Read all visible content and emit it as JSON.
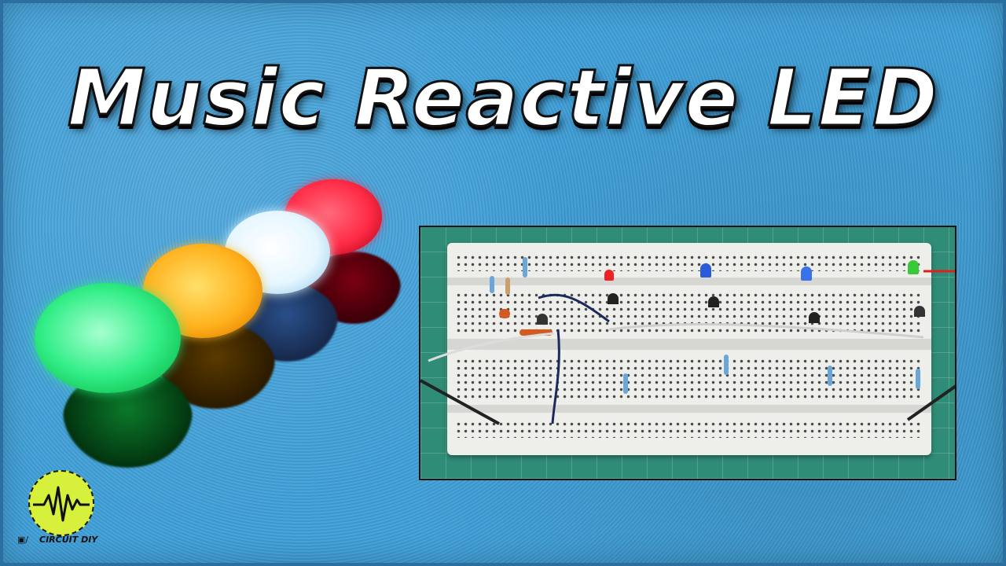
{
  "title": "Music Reactive LED",
  "logo": {
    "text": "CIRCUIT DIY"
  },
  "colors": {
    "background": "#3f9fd8",
    "led_green": "#22e07a",
    "led_orange": "#ffb21e",
    "led_white": "#eaf6ff",
    "led_red": "#ff3048",
    "mat": "#2f8c76",
    "logo_fill": "#d7f03b"
  },
  "icons": [
    "led-cluster-image",
    "breadboard-photo",
    "waveform-logo-icon",
    "chip-icon"
  ]
}
